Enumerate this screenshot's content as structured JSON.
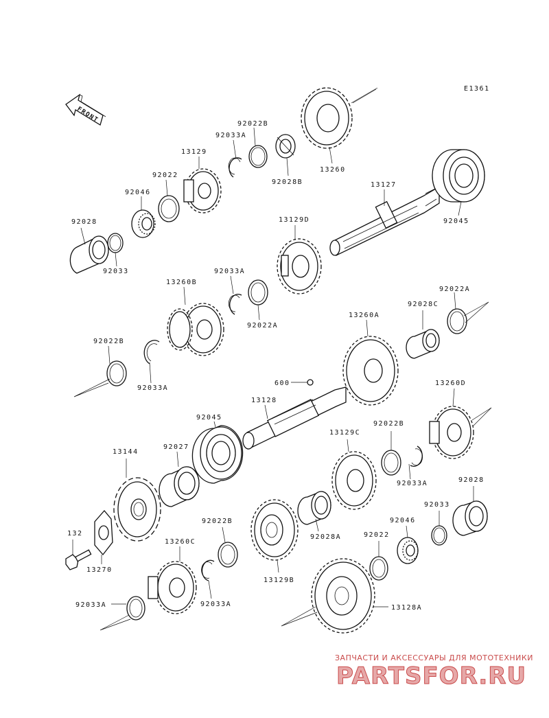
{
  "diagram_code": "E1361",
  "front_label": "FRONT",
  "labels": {
    "l_13260_top": "13260",
    "l_92033a_1": "92033A",
    "l_92022b_1": "92022B",
    "l_92028b": "92028B",
    "l_13129": "13129",
    "l_92022": "92022",
    "l_92046": "92046",
    "l_92028": "92028",
    "l_92033": "92033",
    "l_13127": "13127",
    "l_92045_top": "92045",
    "l_13129d": "13129D",
    "l_13260b": "13260B",
    "l_92033a_2": "92033A",
    "l_92022a_1": "92022A",
    "l_92028c": "92028C",
    "l_92022a_2": "92022A",
    "l_13260a": "13260A",
    "l_92022b_2": "92022B",
    "l_92033a_3": "92033A",
    "l_600": "600",
    "l_13128": "13128",
    "l_13260d": "13260D",
    "l_92045_mid": "92045",
    "l_92027": "92027",
    "l_13129c": "13129C",
    "l_92022b_3": "92022B",
    "l_92033a_4": "92033A",
    "l_13144": "13144",
    "l_92028_2": "92028",
    "l_92033_2": "92033",
    "l_92028a": "92028A",
    "l_92022_2": "92022",
    "l_92046_2": "92046",
    "l_132": "132",
    "l_92022b_4": "92022B",
    "l_13270": "13270",
    "l_13260c": "13260C",
    "l_13129b": "13129B",
    "l_92033a_5": "92033A",
    "l_92033a_6": "92033A",
    "l_13128a": "13128A"
  },
  "watermark": {
    "subtitle": "ЗАПЧАСТИ И АКСЕССУАРЫ ДЛЯ МОТОТЕХНИКИ",
    "brand": "PARTSFOR.RU"
  }
}
